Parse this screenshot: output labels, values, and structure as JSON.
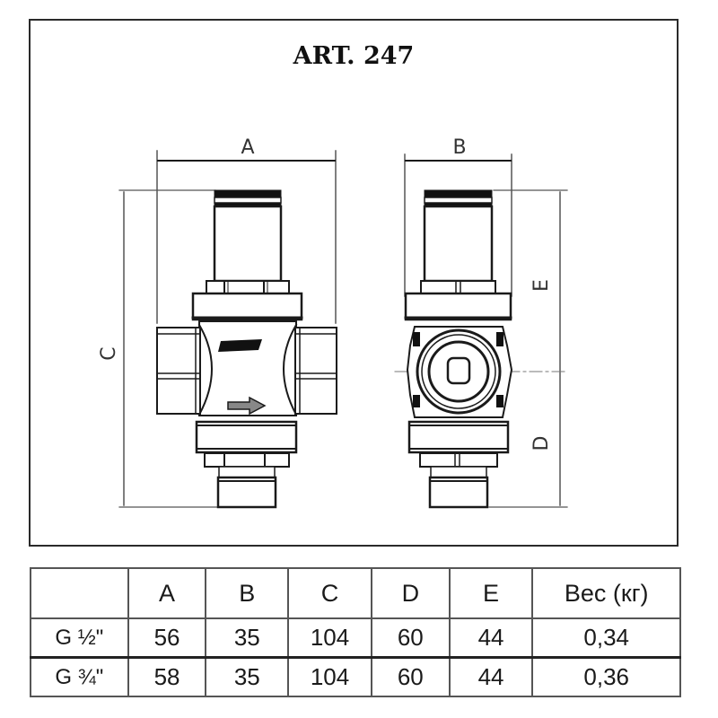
{
  "document": {
    "title": "ART. 247",
    "drawing": {
      "front_view": {
        "dimension_labels": {
          "width": "A",
          "height": "C"
        }
      },
      "side_view": {
        "dimension_labels": {
          "width": "B",
          "upper_height": "E",
          "lower_height": "D"
        }
      }
    }
  },
  "table": {
    "headers": [
      "",
      "A",
      "B",
      "C",
      "D",
      "E",
      "Вес (кг)"
    ],
    "rows": [
      {
        "size": "G ½\"",
        "A": "56",
        "B": "35",
        "C": "104",
        "D": "60",
        "E": "44",
        "weight": "0,34"
      },
      {
        "size": "G ¾\"",
        "A": "58",
        "B": "35",
        "C": "104",
        "D": "60",
        "E": "44",
        "weight": "0,36"
      }
    ]
  }
}
